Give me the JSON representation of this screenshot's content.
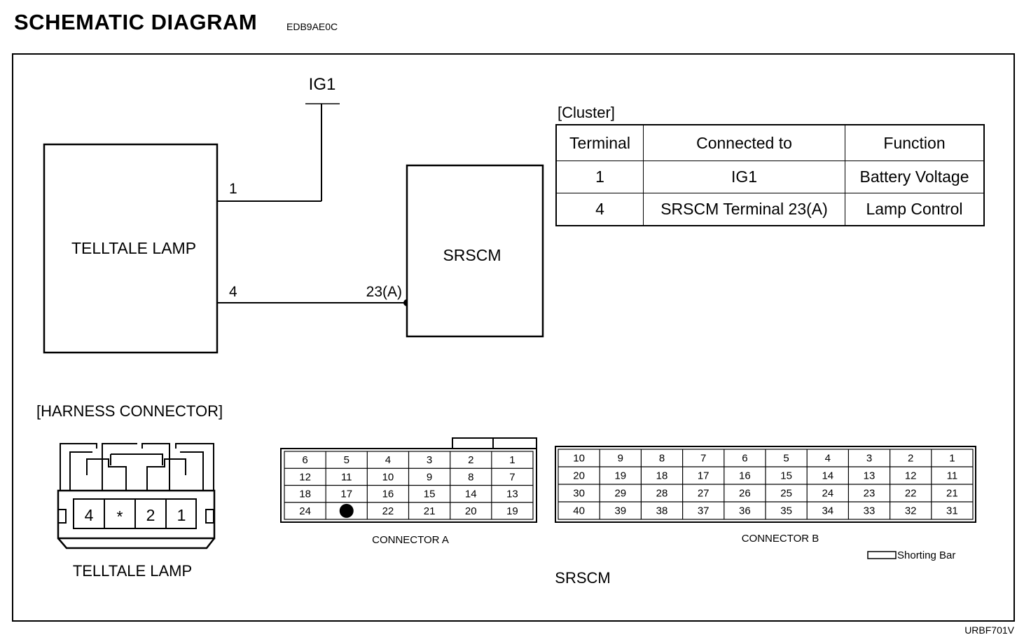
{
  "header": {
    "title": "SCHEMATIC DIAGRAM",
    "code": "EDB9AE0C"
  },
  "schematic": {
    "ig1_label": "IG1",
    "telltale_label": "TELLTALE LAMP",
    "srscm_label": "SRSCM",
    "pin1_label": "1",
    "pin4_label": "4",
    "srscm_pin_label": "23(A)"
  },
  "cluster": {
    "title": "[Cluster]",
    "headers": [
      "Terminal",
      "Connected to",
      "Function"
    ],
    "rows": [
      [
        "1",
        "IG1",
        "Battery Voltage"
      ],
      [
        "4",
        "SRSCM Terminal 23(A)",
        "Lamp Control"
      ]
    ]
  },
  "harness": {
    "title": "[HARNESS CONNECTOR]",
    "telltale_pins": [
      "4",
      "*",
      "2",
      "1"
    ],
    "telltale_caption": "TELLTALE LAMP"
  },
  "connector_a": {
    "caption": "CONNECTOR A",
    "rows": [
      [
        "6",
        "5",
        "4",
        "3",
        "2",
        "1"
      ],
      [
        "12",
        "11",
        "10",
        "9",
        "8",
        "7"
      ],
      [
        "18",
        "17",
        "16",
        "15",
        "14",
        "13"
      ],
      [
        "24",
        "",
        "22",
        "21",
        "20",
        "19"
      ]
    ]
  },
  "connector_b": {
    "caption": "CONNECTOR B",
    "rows": [
      [
        "10",
        "9",
        "8",
        "7",
        "6",
        "5",
        "4",
        "3",
        "2",
        "1"
      ],
      [
        "20",
        "19",
        "18",
        "17",
        "16",
        "15",
        "14",
        "13",
        "12",
        "11"
      ],
      [
        "30",
        "29",
        "28",
        "27",
        "26",
        "25",
        "24",
        "23",
        "22",
        "21"
      ],
      [
        "40",
        "39",
        "38",
        "37",
        "36",
        "35",
        "34",
        "33",
        "32",
        "31"
      ]
    ]
  },
  "legend": {
    "shorting_bar": "Shorting Bar"
  },
  "srscm_caption": "SRSCM",
  "footer": {
    "code": "URBF701V"
  }
}
